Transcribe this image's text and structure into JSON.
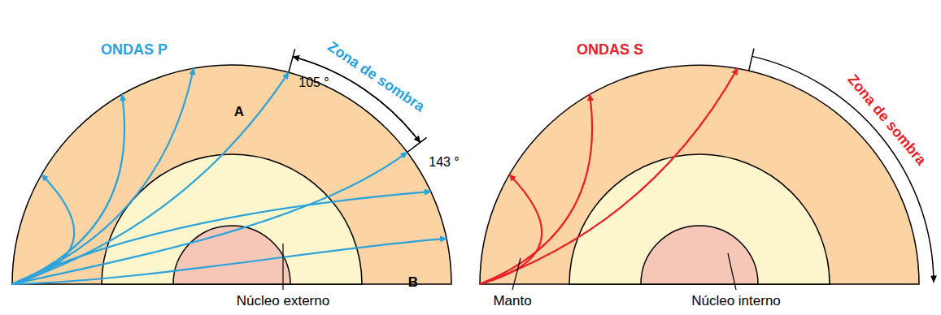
{
  "diagram": {
    "labels": [
      "ONDAS P",
      "Zona de sombra",
      "105 °",
      "143 °",
      "A",
      "B",
      "Núcleo externo",
      "ONDAS S",
      "Zona de sombra",
      "Manto",
      "Núcleo interno"
    ]
  }
}
